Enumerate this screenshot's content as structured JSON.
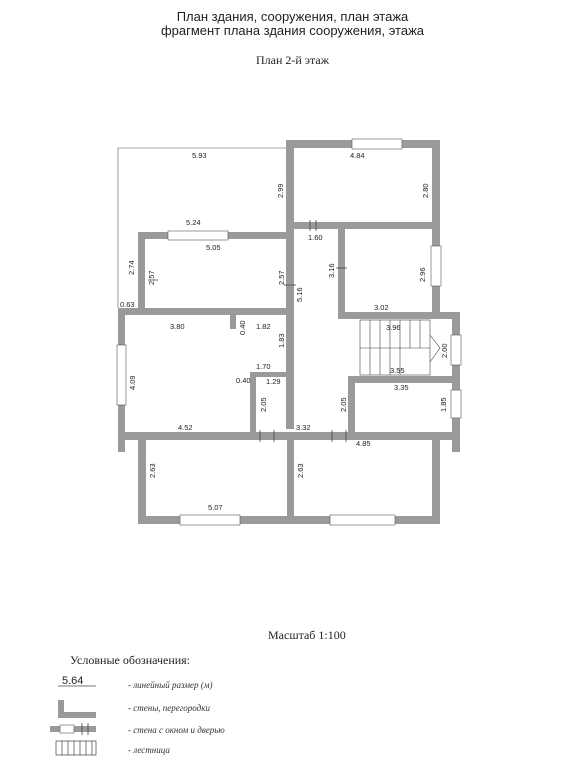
{
  "header": {
    "title_line1": "План здания, сооружения, план этажа",
    "title_line2": "фрагмент плана здания сооружения, этажа",
    "floor_label": "План  2-й этаж"
  },
  "dimensions": {
    "d593": "5.93",
    "d484": "4.84",
    "d299": "2.99",
    "d280": "2.80",
    "d524": "5.24",
    "d505": "5.05",
    "d160": "1.60",
    "d274": "2.74",
    "d257a": "2.57",
    "d257b": "2.57",
    "d316": "3.16",
    "d296": "2.96",
    "d516": "5.16",
    "d063": "0.63",
    "d302": "3.02",
    "d380": "3.80",
    "d040a": "0.40",
    "d182": "1.82",
    "d396": "3.96",
    "d200": "2.00",
    "d183": "1.83",
    "d409": "4.09",
    "d170": "1.70",
    "d355": "3.55",
    "d040b": "0.40",
    "d129": "1.29",
    "d335": "3.35",
    "d205a": "2.05",
    "d205b": "2.05",
    "d185": "1.85",
    "d452": "4.52",
    "d332": "3.32",
    "d485": "4.85",
    "d263a": "2.63",
    "d263b": "2.63",
    "d507": "5.07"
  },
  "scale": "Масштаб 1:100",
  "legend": {
    "title": "Условные обозначения:",
    "sample_value": "5.64",
    "items": [
      "- линейный размер (м)",
      "- стены, перегородки",
      "- стена с окном и дверью",
      "- лестница"
    ]
  }
}
